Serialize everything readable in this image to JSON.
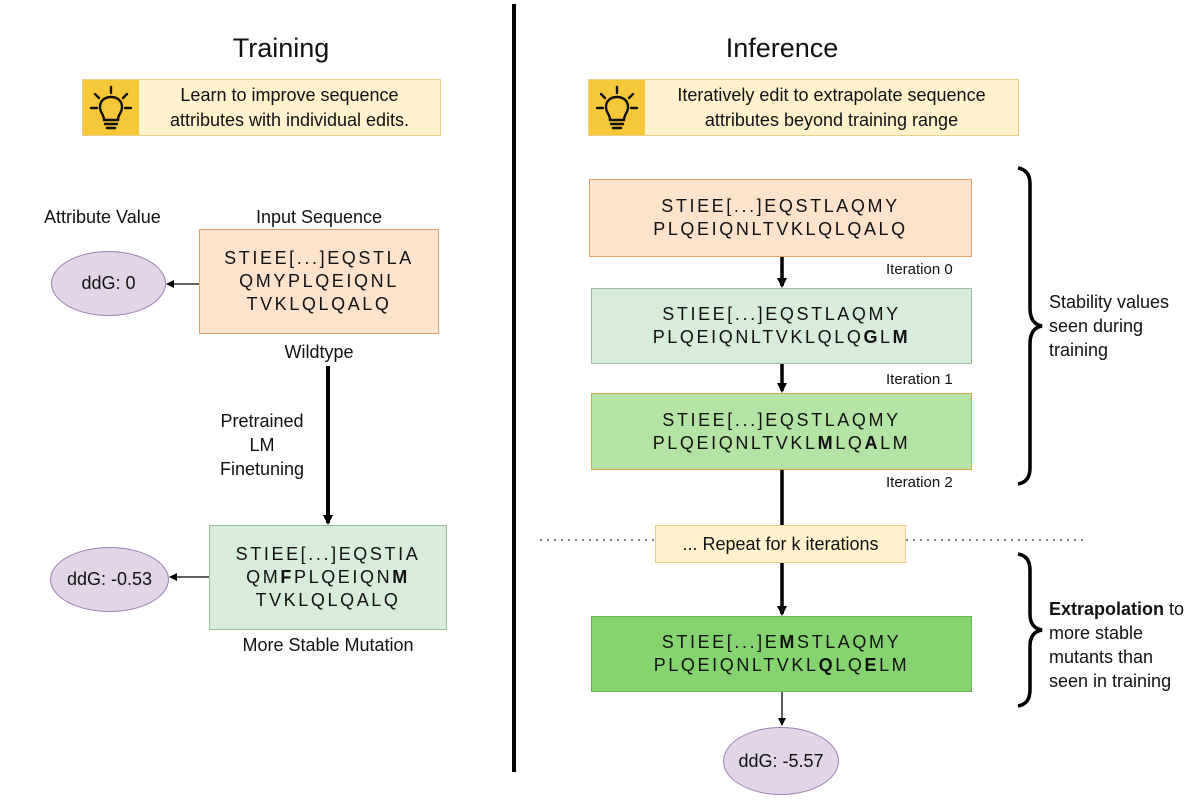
{
  "training": {
    "title": "Training",
    "tip": [
      "Learn to improve sequence",
      "attributes with individual edits."
    ],
    "attribute_header": "Attribute Value",
    "input_header": "Input Sequence",
    "input_seq": [
      "STIEE[...]EQSTLA",
      "QMYPLQEIQNL",
      "TVKLQLQALQ"
    ],
    "wildtype_label": "Wildtype",
    "ddg_wildtype": "ddG: 0",
    "arrow_label": [
      "Pretrained",
      "LM",
      "Finetuning"
    ],
    "mutant_seq_line1": "STIEE[...]EQSTIA",
    "mutant_seq_line2": [
      {
        "t": "QM",
        "b": false
      },
      {
        "t": "F",
        "b": true
      },
      {
        "t": "PLQEIQN",
        "b": false
      },
      {
        "t": "M",
        "b": true
      }
    ],
    "mutant_seq_line3": "TVKLQLQALQ",
    "mutant_label": "More Stable Mutation",
    "ddg_mutant": "ddG: -0.53"
  },
  "inference": {
    "title": "Inference",
    "tip": [
      "Iteratively edit to extrapolate sequence",
      "attributes beyond training range"
    ],
    "iter0": {
      "line1": "STIEE[...]EQSTLAQMY",
      "line2": [
        {
          "t": "PLQEIQNLTVKLQLQALQ",
          "b": false
        }
      ],
      "label": "Iteration 0"
    },
    "iter1": {
      "line1": "STIEE[...]EQSTLAQMY",
      "line2": [
        {
          "t": "PLQEIQNLTVKLQLQ",
          "b": false
        },
        {
          "t": "G",
          "b": true
        },
        {
          "t": "L",
          "b": false
        },
        {
          "t": "M",
          "b": true
        }
      ],
      "label": "Iteration 1"
    },
    "iter2": {
      "line1": "STIEE[...]EQSTLAQMY",
      "line2": [
        {
          "t": "PLQEIQNLTVKL",
          "b": false
        },
        {
          "t": "M",
          "b": true
        },
        {
          "t": "LQ",
          "b": false
        },
        {
          "t": "A",
          "b": true
        },
        {
          "t": "LM",
          "b": false
        }
      ],
      "label": "Iteration 2"
    },
    "repeat": "... Repeat for k iterations",
    "final": {
      "line1": [
        {
          "t": "STIEE[...]E",
          "b": false
        },
        {
          "t": "M",
          "b": true
        },
        {
          "t": "STLAQMY",
          "b": false
        }
      ],
      "line2": [
        {
          "t": "PLQEIQNLTVKL",
          "b": false
        },
        {
          "t": "Q",
          "b": true
        },
        {
          "t": "LQ",
          "b": false
        },
        {
          "t": "E",
          "b": true
        },
        {
          "t": "LM",
          "b": false
        }
      ]
    },
    "ddg_final": "ddG: -5.57",
    "brace1_text": [
      "Stability values",
      "seen during",
      "training"
    ],
    "brace2_bold": "Extrapolation",
    "brace2_text": [
      " to",
      "more stable",
      "mutants than",
      "seen in training"
    ]
  },
  "colors": {
    "orange_box": "#fde2cc",
    "light_green_box": "#d8ecdb",
    "mid_green_box": "#b5e3a6",
    "dark_green_box": "#86d470",
    "ellipse": "#e1d5e7",
    "tip_bg": "#fff2cc",
    "tip_icon_bg": "#f7c73a"
  },
  "icons": {
    "tip": "lightbulb-icon"
  }
}
